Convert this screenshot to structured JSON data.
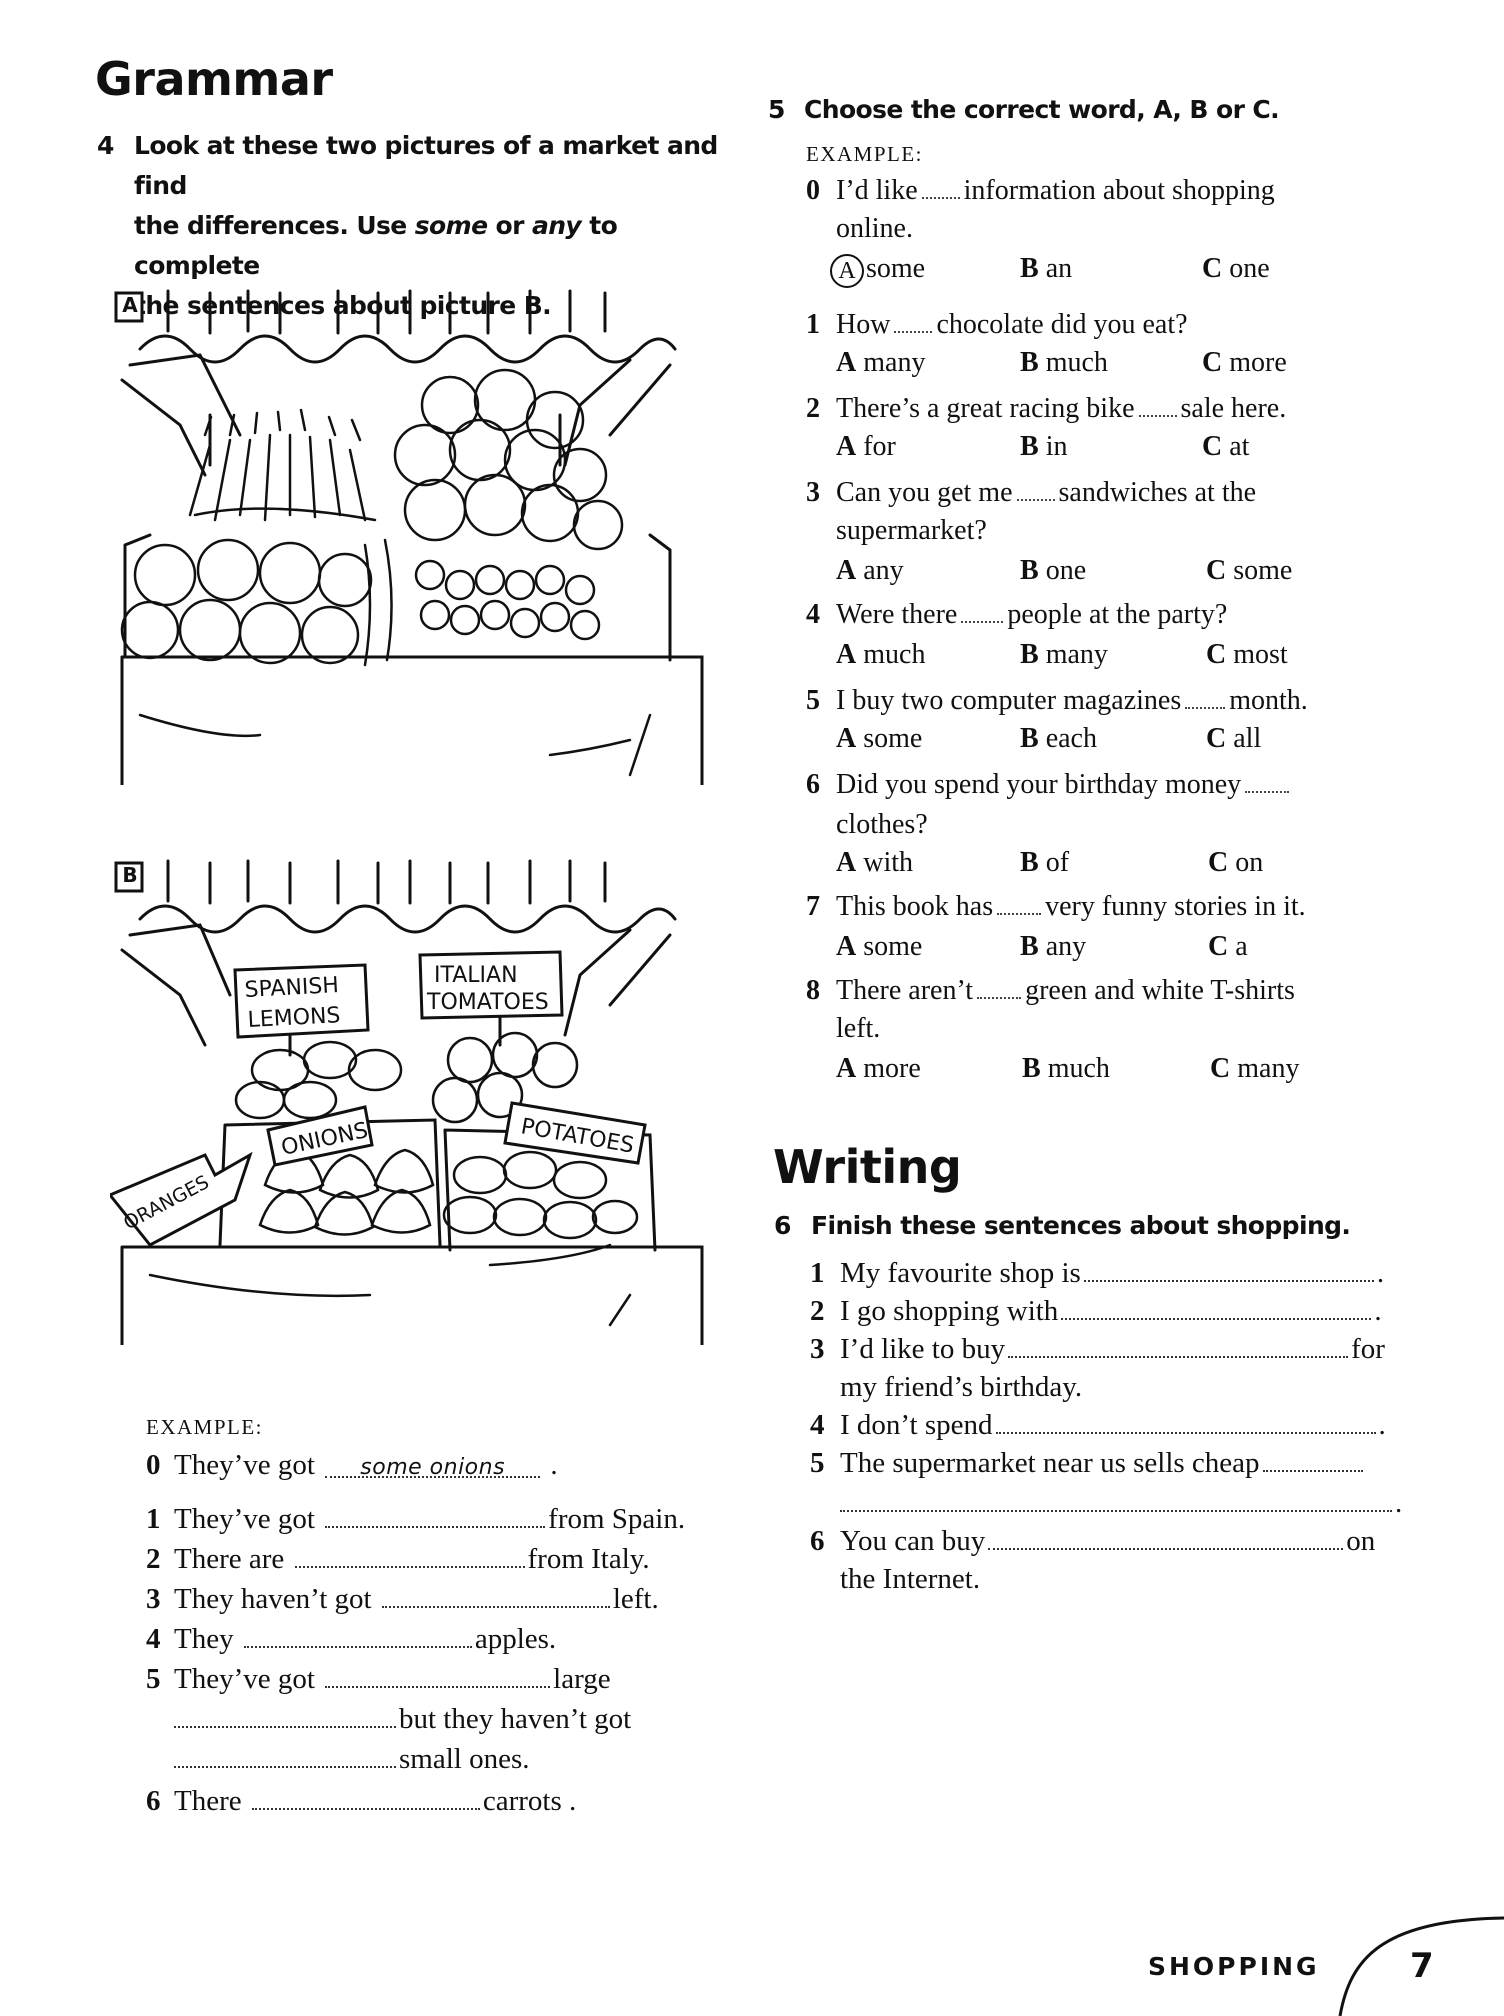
{
  "grammar": {
    "heading": "Grammar",
    "ex4": {
      "number": "4",
      "line1": "Look at these two pictures of a market and find",
      "line2_pre": "the differences. Use ",
      "word_some": "some",
      "word_or": " or ",
      "word_any": "any",
      "line2_post": " to complete",
      "line3": "the sentences about picture B."
    },
    "picture_a_label": "A",
    "picture_b_label": "B",
    "signs": {
      "lemons_1": "SPANISH",
      "lemons_2": "LEMONS",
      "tomatoes_1": "ITALIAN",
      "tomatoes_2": "TOMATOES",
      "oranges": "ORANGES",
      "onions": "ONIONS",
      "potatoes": "POTATOES"
    },
    "example_label": "EXAMPLE:",
    "example": {
      "n": "0",
      "pre": "They’ve got",
      "answer": "some onions",
      "post": "."
    },
    "items": [
      {
        "n": "1",
        "pre": "They’ve got",
        "post": "from Spain."
      },
      {
        "n": "2",
        "pre": "There are",
        "post": "from Italy."
      },
      {
        "n": "3",
        "pre": "They haven’t got",
        "post": "left."
      },
      {
        "n": "4",
        "pre": "They",
        "post": "apples."
      },
      {
        "n": "5",
        "pre": "They’ve got",
        "post": "large",
        "cont1": "but they haven’t got",
        "cont2": "small ones."
      },
      {
        "n": "6",
        "pre": "There",
        "post": "carrots ."
      }
    ]
  },
  "ex5": {
    "number": "5",
    "instruction": "Choose the correct word, A, B or C.",
    "example_label": "EXAMPLE:",
    "example": {
      "n": "0",
      "pre": "I’d like",
      "post": "information about shopping",
      "cont": "online.",
      "a": "some",
      "b": "an",
      "c": "one"
    },
    "questions": [
      {
        "n": "1",
        "pre": "How",
        "post": "chocolate did you eat?",
        "a": "many",
        "b": "much",
        "c": "more"
      },
      {
        "n": "2",
        "pre": "There’s a great racing bike",
        "post": "sale here.",
        "a": "for",
        "b": "in",
        "c": "at"
      },
      {
        "n": "3",
        "pre": "Can you get me",
        "post": "sandwiches at the",
        "cont": "supermarket?",
        "a": "any",
        "b": "one",
        "c": "some"
      },
      {
        "n": "4",
        "pre": "Were there",
        "post": "people at the party?",
        "a": "much",
        "b": "many",
        "c": "most"
      },
      {
        "n": "5",
        "pre": "I buy two computer magazines",
        "post": "month.",
        "a": "some",
        "b": "each",
        "c": "all"
      },
      {
        "n": "6",
        "pre": "Did you spend your birthday money",
        "post": "",
        "cont": "clothes?",
        "a": "with",
        "b": "of",
        "c": "on"
      },
      {
        "n": "7",
        "pre": "This book has",
        "post": "very funny stories in it.",
        "a": "some",
        "b": "any",
        "c": "a"
      },
      {
        "n": "8",
        "pre": "There aren’t",
        "post": "green and white T-shirts",
        "cont": "left.",
        "a": "more",
        "b": "much",
        "c": "many"
      }
    ],
    "letters": {
      "a": "A",
      "b": "B",
      "c": "C"
    }
  },
  "writing": {
    "heading": "Writing",
    "number": "6",
    "instruction": "Finish these sentences about shopping.",
    "items": [
      {
        "n": "1",
        "pre": "My favourite shop is",
        "post": "."
      },
      {
        "n": "2",
        "pre": "I go shopping with",
        "post": "."
      },
      {
        "n": "3",
        "pre": "I’d like to buy",
        "post": "for",
        "cont": "my friend’s birthday."
      },
      {
        "n": "4",
        "pre": "I don’t spend",
        "post": "."
      },
      {
        "n": "5",
        "pre": "The supermarket near us sells cheap",
        "post": "",
        "cont_end": "."
      },
      {
        "n": "6",
        "pre": "You can buy",
        "post": "on",
        "cont": "the Internet."
      }
    ]
  },
  "footer": {
    "section": "SHOPPING",
    "page": "7"
  }
}
